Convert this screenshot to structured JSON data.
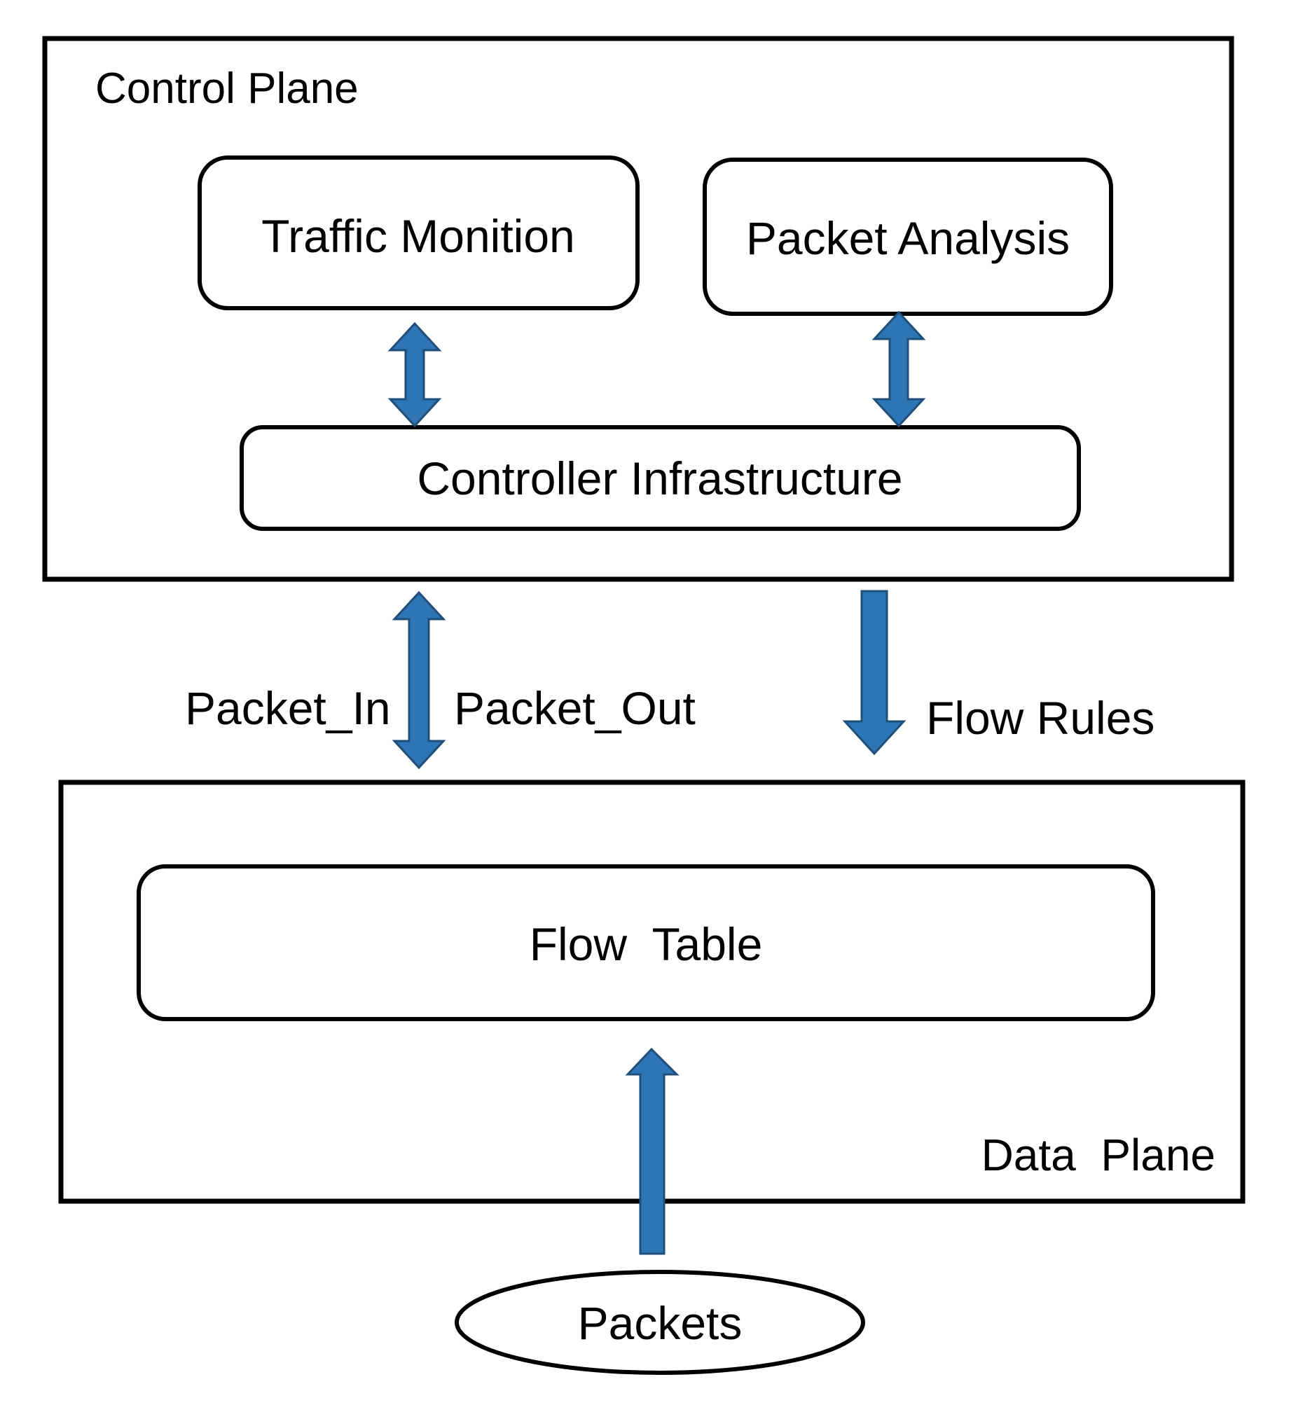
{
  "control_plane": {
    "title": "Control Plane",
    "traffic_monition": "Traffic Monition",
    "packet_analysis": "Packet Analysis",
    "controller_infrastructure": "Controller Infrastructure"
  },
  "links": {
    "packet_in": "Packet_In",
    "packet_out": "Packet_Out",
    "flow_rules": "Flow Rules"
  },
  "data_plane": {
    "title": "Data  Plane",
    "flow_table": "Flow  Table"
  },
  "source": {
    "packets": "Packets"
  },
  "colors": {
    "arrow_fill": "#2E75B6",
    "arrow_stroke": "#1F4E79",
    "outline": "#000000"
  }
}
